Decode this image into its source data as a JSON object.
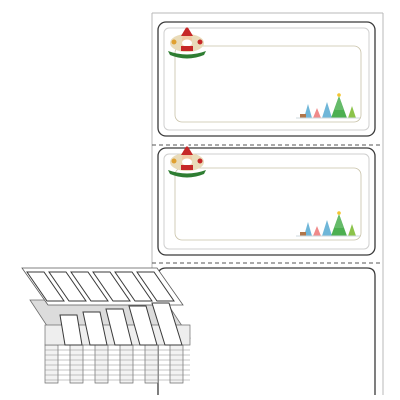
{
  "product": {
    "kind": "fanfold-label-stock",
    "label_theme": "christmas-santa-trees",
    "colors": {
      "label_border": "#3a3a3a",
      "liner_border": "#b8b8b8",
      "frame_border": "#c9c9c9",
      "frame_accent": "#c8c2a8",
      "santa_red": "#c62828",
      "ribbon_green": "#2e7d32",
      "tree_green": "#4caf50",
      "tree_blue": "#6fb6d8"
    }
  },
  "labels": [
    {
      "name": "label-1"
    },
    {
      "name": "label-2"
    }
  ]
}
